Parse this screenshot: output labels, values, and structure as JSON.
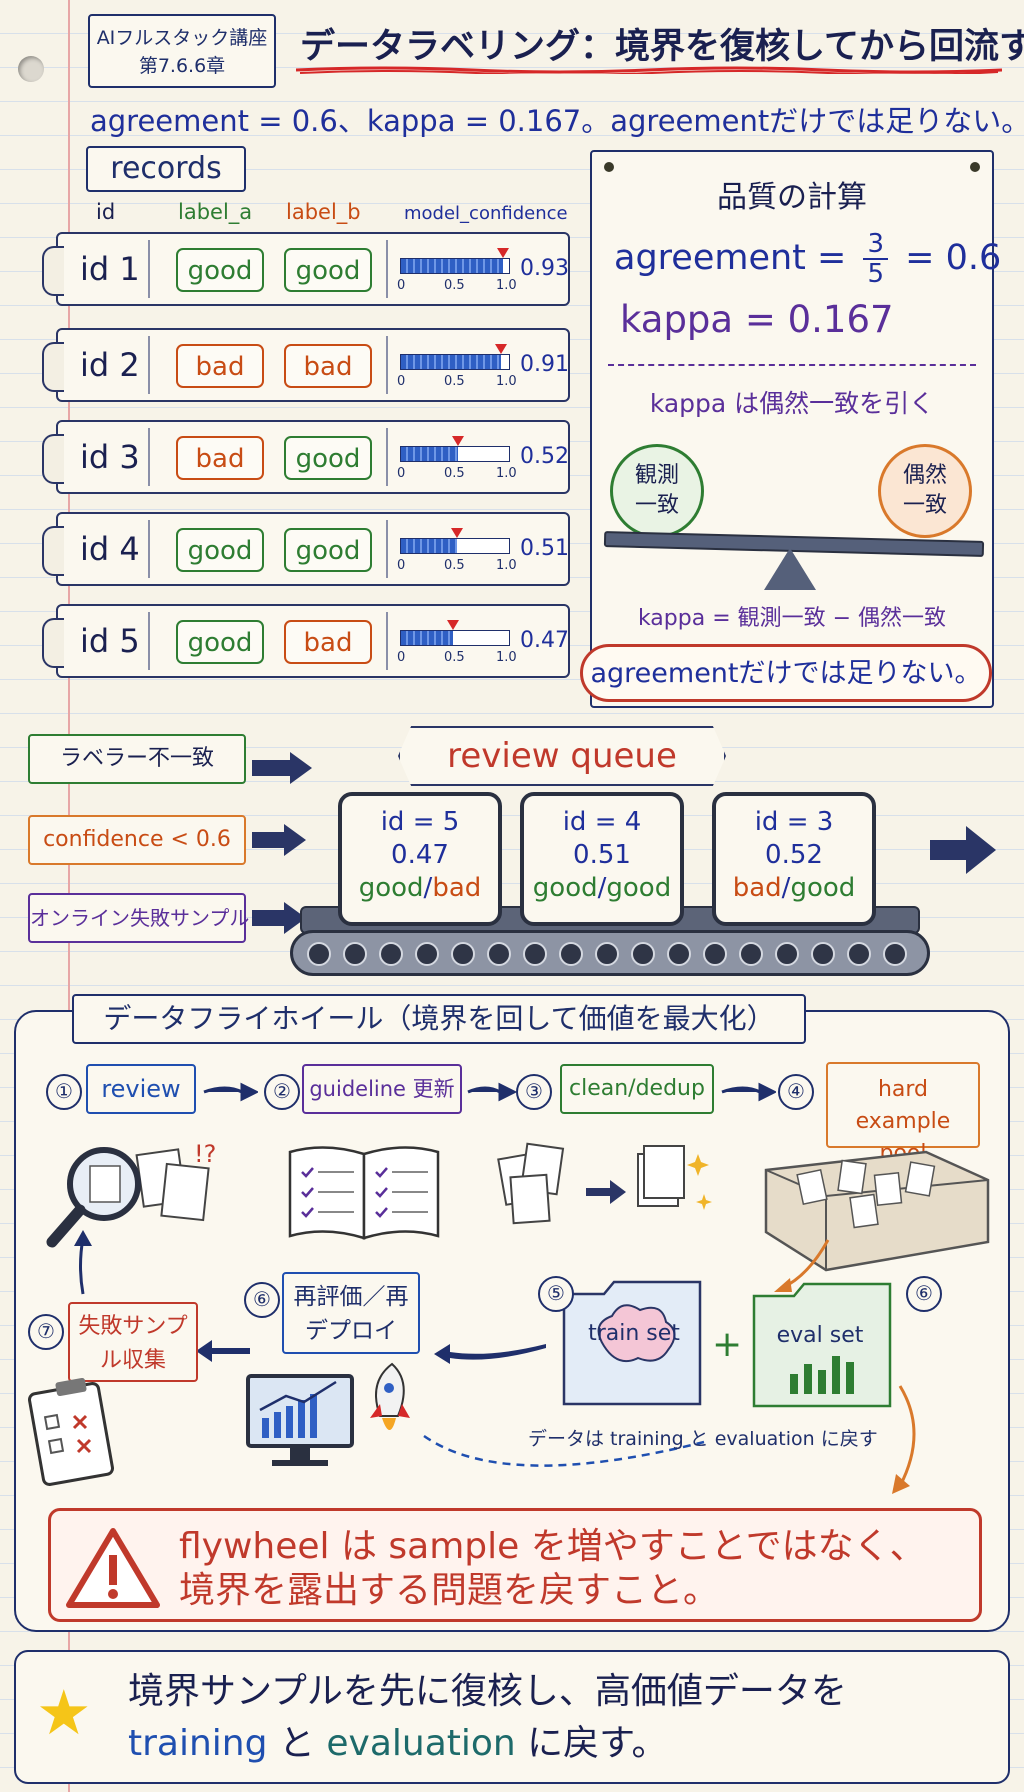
{
  "course_tag": [
    "AIフルスタック講座",
    "第7.6.6章"
  ],
  "title": "データラベリング：境界を復核してから回流する",
  "subtitle": "agreement = 0.6、kappa = 0.167。agreementだけでは足りない。",
  "records": {
    "label": "records",
    "columns": [
      "id",
      "label_a",
      "label_b",
      "model_confidence"
    ],
    "axis_ticks": [
      "0",
      "0.5",
      "1.0"
    ],
    "rows": [
      {
        "id": "id 1",
        "label_a": "good",
        "label_b": "good",
        "confidence": 0.93,
        "confidence_text": "0.93"
      },
      {
        "id": "id 2",
        "label_a": "bad",
        "label_b": "bad",
        "confidence": 0.91,
        "confidence_text": "0.91"
      },
      {
        "id": "id 3",
        "label_a": "bad",
        "label_b": "good",
        "confidence": 0.52,
        "confidence_text": "0.52"
      },
      {
        "id": "id 4",
        "label_a": "good",
        "label_b": "good",
        "confidence": 0.51,
        "confidence_text": "0.51"
      },
      {
        "id": "id 5",
        "label_a": "good",
        "label_b": "bad",
        "confidence": 0.47,
        "confidence_text": "0.47"
      }
    ]
  },
  "quality": {
    "title": "品質の計算",
    "agreement_lhs": "agreement =",
    "agreement_num": "3",
    "agreement_den": "5",
    "agreement_rhs": "= 0.6",
    "kappa": "kappa  =  0.167",
    "subtitle": "kappa は偶然一致を引く",
    "observed": [
      "観測",
      "一致"
    ],
    "chance": [
      "偶然",
      "一致"
    ],
    "formula": "kappa = 観測一致 − 偶然一致",
    "callout": "agreementだけでは足りない。"
  },
  "review_queue": {
    "title": "review queue",
    "sources": [
      "ラベラー不一致",
      "confidence < 0.6",
      "オンライン失敗サンプル"
    ],
    "cards": [
      {
        "id": "id = 5",
        "conf": "0.47",
        "a": "good",
        "sep": "/",
        "b": "bad"
      },
      {
        "id": "id = 4",
        "conf": "0.51",
        "a": "good",
        "sep": "/",
        "b": "good"
      },
      {
        "id": "id = 3",
        "conf": "0.52",
        "a": "bad",
        "sep": "/",
        "b": "good"
      }
    ]
  },
  "flywheel": {
    "title": "データフライホイール（境界を回して価値を最大化）",
    "steps": [
      {
        "num": "①",
        "label": "review"
      },
      {
        "num": "②",
        "label": "guideline 更新"
      },
      {
        "num": "③",
        "label": "clean/dedup"
      },
      {
        "num": "④",
        "label": "hard example pool"
      },
      {
        "num": "⑤",
        "label": "train set"
      },
      {
        "num": "⑥",
        "label": "eval set"
      },
      {
        "num": "⑥",
        "label": "再評価／再デプロイ"
      },
      {
        "num": "⑦",
        "label": "失敗サンプル収集"
      }
    ],
    "plus": "+",
    "return_note": "データは training と evaluation に戻す",
    "marks": "!?",
    "warning": [
      "flywheel は sample を増やすことではなく、",
      "境界を露出する問題を戻すこと。"
    ]
  },
  "takeaway": {
    "line1": "境界サンプルを先に復核し、高価値データを",
    "line2_a": "training",
    "line2_b": " と ",
    "line2_c": "evaluation",
    "line2_d": " に戻す。"
  },
  "colors": {
    "good": "#2e7d32",
    "bad": "#c84c14",
    "accent": "#c0392b",
    "ink": "#1f2f6b",
    "purple": "#5a2f9a"
  }
}
